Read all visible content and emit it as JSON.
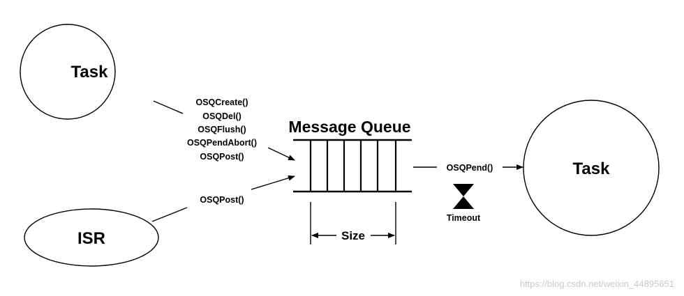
{
  "nodes": {
    "task_left": "Task",
    "task_right": "Task",
    "isr": "ISR"
  },
  "queue": {
    "title": "Message Queue",
    "size_label": "Size"
  },
  "task_calls": [
    "OSQCreate()",
    "OSQDel()",
    "OSQFlush()",
    "OSQPendAbort()",
    "OSQPost()"
  ],
  "isr_call": "OSQPost()",
  "pend_call": "OSQPend()",
  "timeout_label": "Timeout",
  "watermark": "https://blog.csdn.net/weixin_44895651"
}
